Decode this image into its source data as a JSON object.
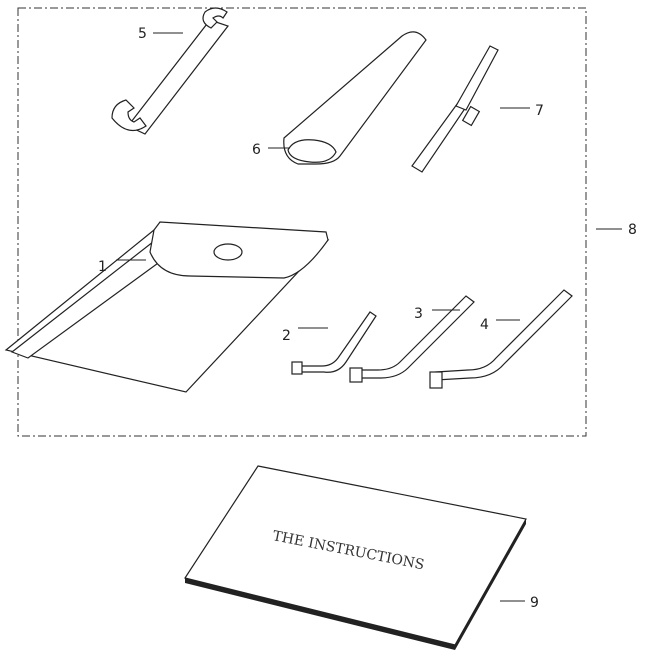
{
  "diagram": {
    "callouts": [
      {
        "id": "1",
        "part": "tool-pouch"
      },
      {
        "id": "2",
        "part": "socket-wrench-small"
      },
      {
        "id": "3",
        "part": "socket-wrench-medium"
      },
      {
        "id": "4",
        "part": "socket-wrench-large"
      },
      {
        "id": "5",
        "part": "open-end-wrench"
      },
      {
        "id": "6",
        "part": "handle-sleeve"
      },
      {
        "id": "7",
        "part": "screwdriver"
      },
      {
        "id": "8",
        "part": "tool-kit-assembly"
      },
      {
        "id": "9",
        "part": "instruction-booklet"
      }
    ],
    "booklet_title": "THE INSTRUCTIONS"
  }
}
